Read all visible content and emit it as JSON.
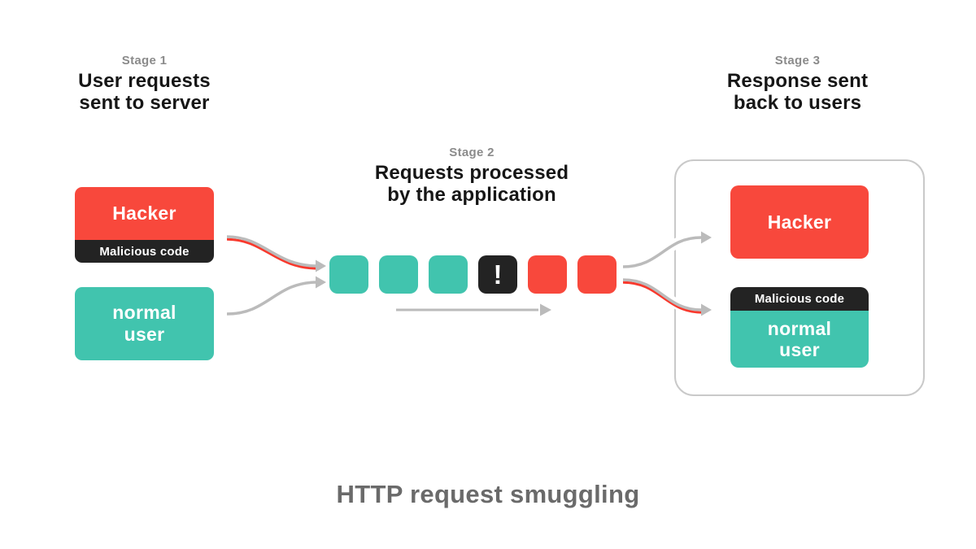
{
  "caption": "HTTP request smuggling",
  "colors": {
    "red": "#F8483C",
    "teal": "#41C4AE",
    "dark": "#232323",
    "heading_text": "#161616",
    "stage_label": "#8B8B8B",
    "title_text": "#6A6A6A",
    "arrow_gray": "#BBBBBB",
    "arrow_red": "#F8392D",
    "container_border": "#C9C9C9"
  },
  "stages": [
    {
      "label": "Stage 1",
      "heading_line1": "User requests",
      "heading_line2": "sent to server"
    },
    {
      "label": "Stage 2",
      "heading_line1": "Requests processed",
      "heading_line2": "by the application"
    },
    {
      "label": "Stage 3",
      "heading_line1": "Response sent",
      "heading_line2": "back to users"
    }
  ],
  "left_flow": {
    "hacker_label": "Hacker",
    "malicious_label": "Malicious code",
    "user_label_line1": "normal",
    "user_label_line2": "user"
  },
  "processing_queue": {
    "alert_glyph": "!",
    "squares": [
      "normal-request",
      "normal-request",
      "normal-request",
      "alert",
      "malicious-request",
      "malicious-request"
    ]
  },
  "server_response": {
    "hacker_label": "Hacker",
    "malicious_label": "Malicious code",
    "user_label_line1": "normal",
    "user_label_line2": "user"
  }
}
